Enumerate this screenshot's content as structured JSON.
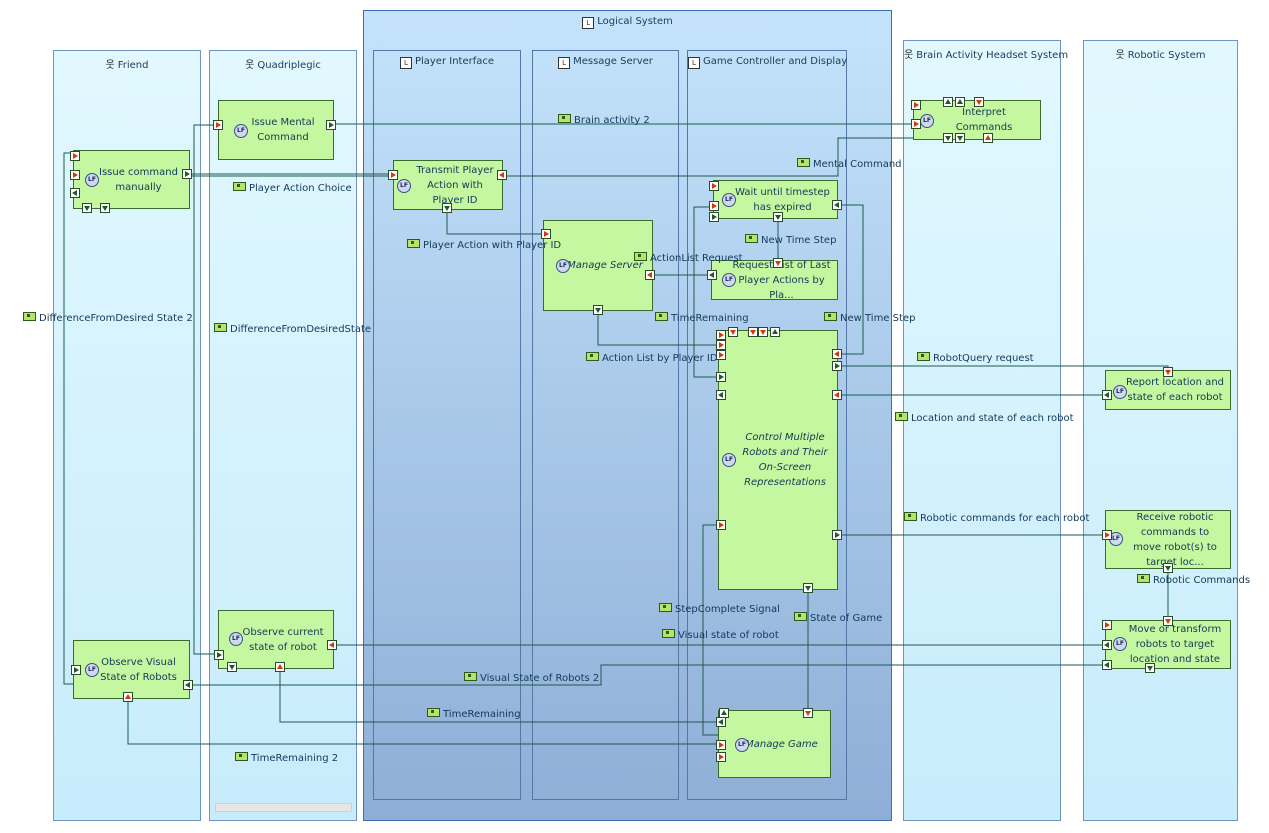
{
  "lanes": {
    "friend": "Friend",
    "quadriplegic": "Quadriplegic",
    "logical_system": "Logical System",
    "player_interface": "Player Interface",
    "message_server": "Message Server",
    "game_controller": "Game Controller and Display",
    "brain_headset": "Brain Activity Headset System",
    "robotic_system": "Robotic System"
  },
  "functions": {
    "issue_mental_command": "Issue Mental Command",
    "issue_command_manually": "Issue command manually",
    "observe_visual_state": "Observe Visual State of Robots",
    "observe_current_state": "Observe current state of robot",
    "transmit_player_action": "Transmit Player Action with Player ID",
    "manage_server": "Manage Server",
    "wait_until_timestep": "Wait until timestep has expired",
    "request_list": "Request List of Last Player Actions by Pla...",
    "control_multiple": "Control Multiple Robots and Their On-Screen Representations",
    "manage_game": "Manage Game",
    "interpret_commands": "Interpret Commands",
    "report_location": "Report location and state of each robot",
    "receive_robotic": "Receive robotic commands to move robot(s) to target loc...",
    "move_transform": "Move or transform robots to target location and state"
  },
  "badge": "LF",
  "flows": {
    "brain_activity_2": "Brain activity 2",
    "mental_command": "Mental Command",
    "player_action_choice": "Player Action Choice",
    "player_action_with_id": "Player Action with Player ID",
    "actionlist_request": "ActionList Request",
    "new_time_step_1": "New Time Step",
    "new_time_step_2": "New Time Step",
    "time_remaining": "TimeRemaining",
    "action_list_by_player_id": "Action List by Player ID",
    "robot_query_request": "RobotQuery request",
    "location_and_state": "Location and state of each robot",
    "difference_2": "DifferenceFromDesired State 2",
    "difference": "DifferenceFromDesiredState",
    "robotic_commands_each": "Robotic commands for each robot",
    "robotic_commands": "Robotic Commands",
    "step_complete": "StepComplete Signal",
    "state_of_game": "State of Game",
    "visual_state_of_robot": "Visual state of robot",
    "visual_state_of_robots_2": "Visual State of Robots 2",
    "time_remaining_lower": "TimeRemaining",
    "time_remaining_2": "TimeRemaining 2"
  }
}
